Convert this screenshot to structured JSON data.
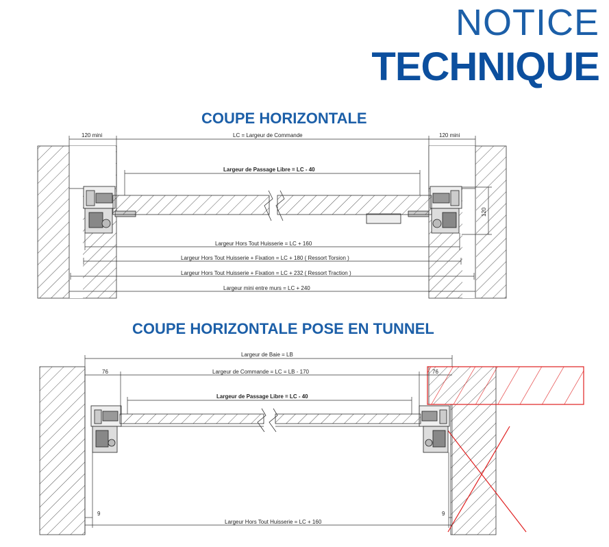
{
  "header": {
    "line1": "NOTICE",
    "line2": "TECHNIQUE"
  },
  "section1": {
    "title": "COUPE HORIZONTALE",
    "dims": {
      "left_clearance": "120 mini",
      "lc": "LC = Largeur de Commande",
      "right_clearance": "120 mini",
      "passage": "Largeur de Passage Libre  = LC - 40",
      "height": "120",
      "hors_tout": "Largeur Hors Tout Huisserie = LC + 160",
      "torsion": "Largeur Hors Tout Huisserie + Fixation = LC + 180 ( Ressort Torsion )",
      "traction": "Largeur Hors Tout Huisserie + Fixation = LC + 232 ( Ressort Traction )",
      "murs": "Largeur mini entre murs = LC + 240"
    }
  },
  "section2": {
    "title": "COUPE HORIZONTALE POSE EN TUNNEL",
    "dims": {
      "baie": "Largeur de Baie = LB",
      "left_offset": "76",
      "commande": "Largeur de Commande = LC = LB - 170",
      "right_offset": "76",
      "passage": "Largeur de Passage Libre = LC - 40",
      "gap_left": "9",
      "gap_right": "9",
      "hors_tout": "Largeur Hors Tout Huisserie = LC + 160"
    }
  },
  "colors": {
    "title_blue": "#1c5fa8",
    "header_blue": "#0c4f9e",
    "line": "#333333",
    "cross_red": "#e02020"
  }
}
